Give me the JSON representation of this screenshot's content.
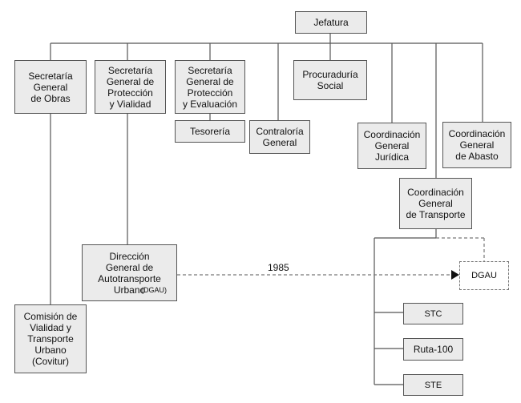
{
  "nodes": {
    "jefatura": "Jefatura",
    "sg_obras": "Secretaría\nGeneral\nde Obras",
    "sg_proteccion_vialidad": "Secretaría\nGeneral de\nProtección\ny Vialidad",
    "sg_proteccion_evaluacion": "Secretaría\nGeneral de\nProtección\ny Evaluación",
    "tesoreria": "Tesorería",
    "contraloria": "Contraloría\nGeneral",
    "procuraduria": "Procuraduría\nSocial",
    "coord_juridica": "Coordinación\nGeneral\nJurídica",
    "coord_abasto": "Coordinación\nGeneral\nde Abasto",
    "coord_transporte": "Coordinación\nGeneral\nde Transporte",
    "direccion_autotransporte": "Dirección\nGeneral de\nAutotransporte\nUrbano",
    "direccion_autotransporte_abbr": "(DGAU)",
    "covitur": "Comisión de\nVialidad y\nTransporte\nUrbano\n(Covitur)",
    "dgau": "DGAU",
    "stc": "STC",
    "ruta100": "Ruta-100",
    "ste": "STE"
  },
  "transfer_year": "1985"
}
